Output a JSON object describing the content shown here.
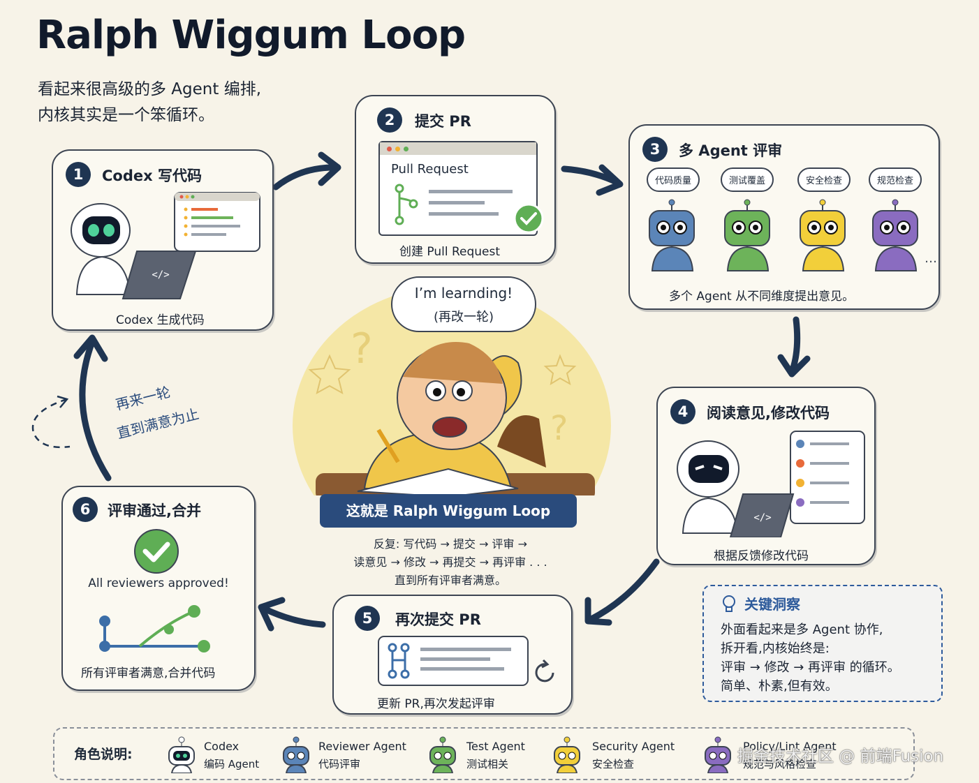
{
  "title": "Ralph Wiggum Loop",
  "subtitle": [
    "看起来很高级的多 Agent 编排,",
    "内核其实是一个笨循环。"
  ],
  "steps": [
    {
      "num": "1",
      "title": "Codex 写代码",
      "caption": "Codex 生成代码"
    },
    {
      "num": "2",
      "title": "提交 PR",
      "window_title": "Pull Request",
      "caption": "创建 Pull Request"
    },
    {
      "num": "3",
      "title": "多 Agent 评审",
      "bubbles": [
        "代码质量",
        "测试覆盖",
        "安全检查",
        "规范检查"
      ],
      "caption": "多个 Agent 从不同维度提出意见。"
    },
    {
      "num": "4",
      "title": "阅读意见,修改代码",
      "caption": "根据反馈修改代码"
    },
    {
      "num": "5",
      "title": "再次提交 PR",
      "caption": "更新 PR,再次发起评审"
    },
    {
      "num": "6",
      "title": "评审通过,合并",
      "approved_text": "All reviewers approved!",
      "caption": "所有评审者满意,合并代码"
    }
  ],
  "center": {
    "speech": [
      "I’m learnding!",
      "(再改一轮)"
    ],
    "banner": "这就是 Ralph Wiggum Loop",
    "desc": [
      "反复: 写代码 → 提交 → 评审 →",
      "读意见 → 修改 → 再提交 → 再评审 . . .",
      "直到所有评审者满意。"
    ]
  },
  "loop_label": [
    "再来一轮",
    "直到满意为止"
  ],
  "insight": {
    "title": "关键洞察",
    "lines": [
      "外面看起来是多 Agent 协作,",
      "拆开看,内核始终是:",
      "评审 → 修改 → 再评审 的循环。",
      "简单、朴素,但有效。"
    ]
  },
  "legend": {
    "label": "角色说明:",
    "items": [
      {
        "name": "Codex",
        "sub": "编码 Agent",
        "color": "#ffffff"
      },
      {
        "name": "Reviewer Agent",
        "sub": "代码评审",
        "color": "#5b85b8"
      },
      {
        "name": "Test Agent",
        "sub": "测试相关",
        "color": "#6db35a"
      },
      {
        "name": "Security Agent",
        "sub": "安全检查",
        "color": "#f2cf3a"
      },
      {
        "name": "Policy/Lint Agent",
        "sub": "规范与风格检查",
        "color": "#8a6cc0"
      }
    ]
  },
  "watermark": "掘金技术社区 @ 前端Fusion",
  "colors": {
    "navy": "#1f3552",
    "blue": "#5b85b8",
    "green": "#6db35a",
    "yellow": "#f2cf3a",
    "purple": "#8a6cc0"
  }
}
